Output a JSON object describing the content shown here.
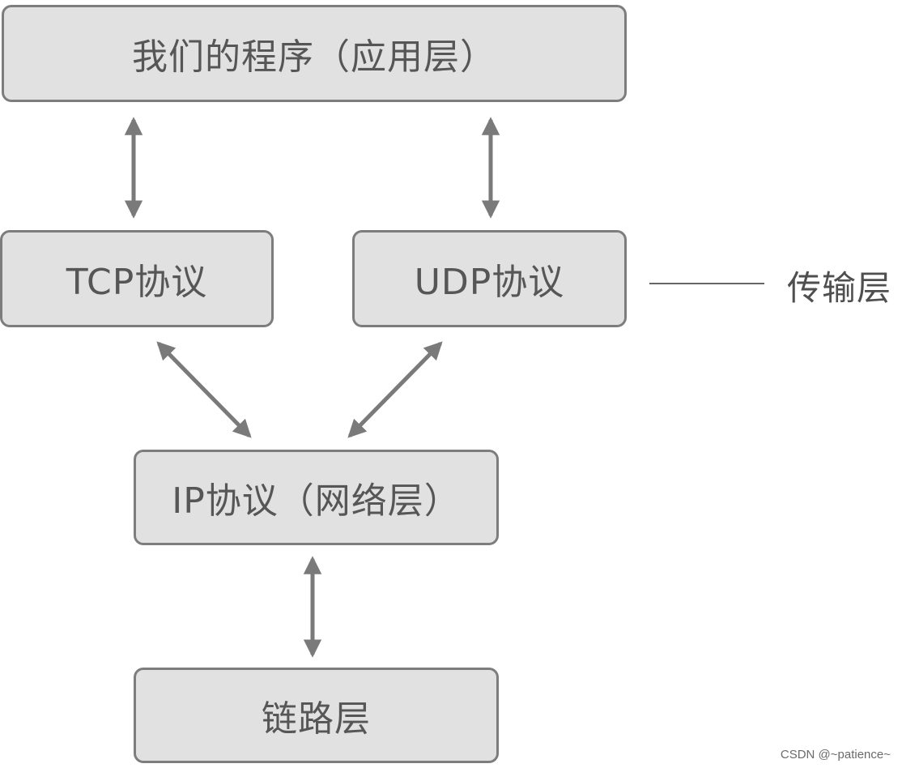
{
  "diagram": {
    "app_layer": "我们的程序（应用层）",
    "tcp": "TCP协议",
    "udp": "UDP协议",
    "ip_layer": "IP协议（网络层）",
    "link_layer": "链路层",
    "transport_label": "传输层"
  },
  "watermark": "CSDN @~patience~",
  "colors": {
    "box_fill": "#e1e1e1",
    "box_border": "#7d7d7d",
    "arrow": "#7a7a7a",
    "text": "#565656"
  }
}
